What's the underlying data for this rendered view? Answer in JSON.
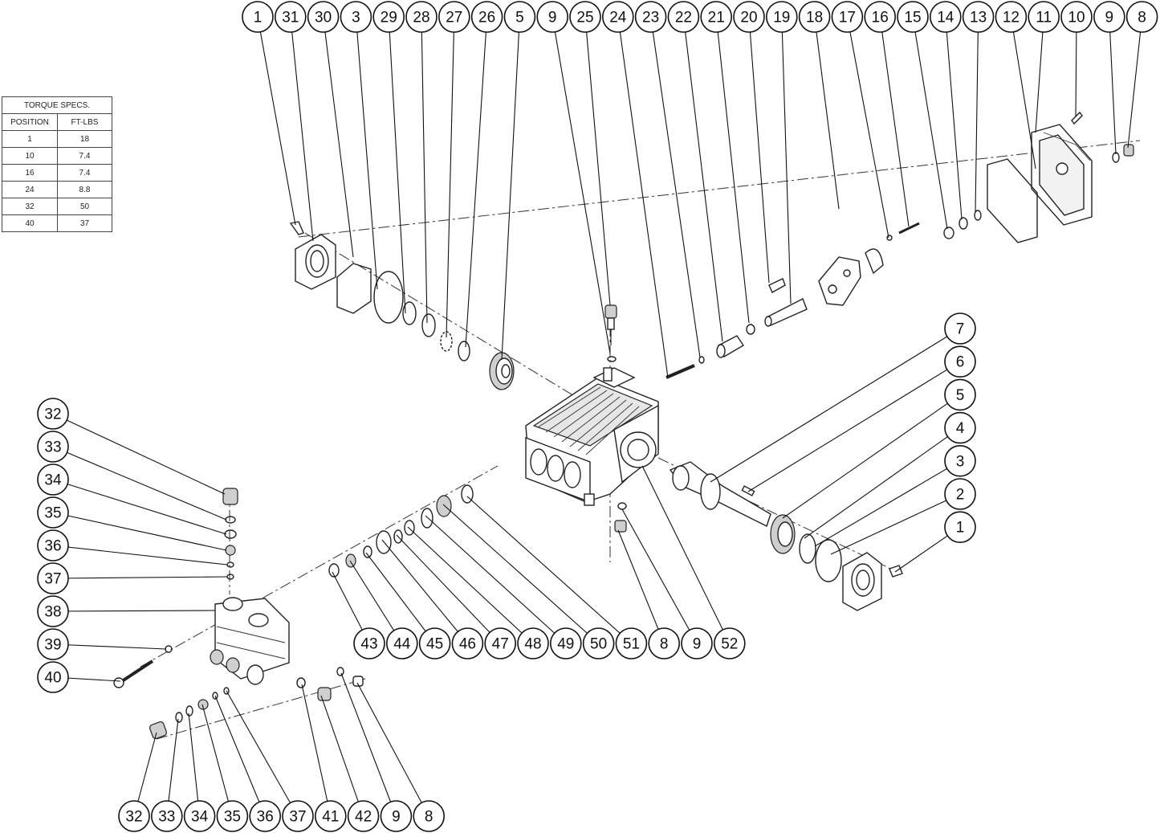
{
  "torque_table": {
    "title": "TORQUE SPECS.",
    "col_position": "POSITION",
    "col_value": "FT-LBS",
    "rows": [
      {
        "position": "1",
        "value": "18"
      },
      {
        "position": "10",
        "value": "7.4"
      },
      {
        "position": "16",
        "value": "7.4"
      },
      {
        "position": "24",
        "value": "8.8"
      },
      {
        "position": "32",
        "value": "50"
      },
      {
        "position": "40",
        "value": "37"
      }
    ]
  },
  "callouts": {
    "top_row": [
      "1",
      "31",
      "30",
      "3",
      "29",
      "28",
      "27",
      "26",
      "5",
      "9",
      "25",
      "24",
      "23",
      "22",
      "21",
      "20",
      "19",
      "18",
      "17",
      "16",
      "15",
      "14",
      "13",
      "12",
      "11",
      "10",
      "9",
      "8"
    ],
    "right_column": [
      "7",
      "6",
      "5",
      "4",
      "3",
      "2",
      "1"
    ],
    "mid_row": [
      "43",
      "44",
      "45",
      "46",
      "47",
      "48",
      "49",
      "50",
      "51",
      "8",
      "9",
      "52"
    ],
    "left_column": [
      "32",
      "33",
      "34",
      "35",
      "36",
      "37",
      "38",
      "39",
      "40"
    ],
    "bottom_row": [
      "32",
      "33",
      "34",
      "35",
      "36",
      "37",
      "41",
      "42",
      "9",
      "8"
    ]
  }
}
